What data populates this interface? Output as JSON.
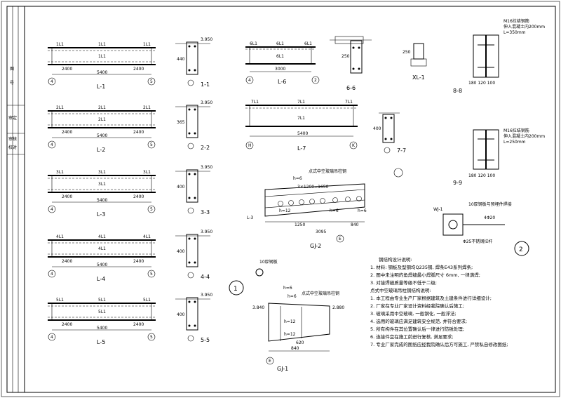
{
  "beams": [
    {
      "top_left": "1L1",
      "top_mid": "1L1",
      "top_right": "1L1",
      "mid_mid": "1L1",
      "dim_left": "2400",
      "dim_right": "2400",
      "dim_total": "5400",
      "name": "L-1",
      "axis_left": "4",
      "axis_right": "5"
    },
    {
      "top_left": "2L1",
      "top_mid": "2L1",
      "top_right": "2L1",
      "mid_mid": "2L1",
      "dim_left": "2400",
      "dim_right": "2400",
      "dim_total": "5400",
      "name": "L-2",
      "axis_left": "4",
      "axis_right": "5"
    },
    {
      "top_left": "3L1",
      "top_mid": "3L1",
      "top_right": "3L1",
      "mid_mid": "3L1",
      "dim_left": "2400",
      "dim_right": "2400",
      "dim_total": "5400",
      "name": "L-3",
      "axis_left": "4",
      "axis_right": "5"
    },
    {
      "top_left": "4L1",
      "top_mid": "4L1",
      "top_right": "4L1",
      "mid_mid": "4L1",
      "dim_left": "2400",
      "dim_right": "2400",
      "dim_total": "5400",
      "name": "L-4",
      "axis_left": "4",
      "axis_right": "5"
    },
    {
      "top_left": "5L1",
      "top_mid": "5L1",
      "top_right": "5L1",
      "mid_mid": "5L1",
      "dim_left": "2400",
      "dim_right": "2400",
      "dim_total": "5400",
      "name": "L-5",
      "axis_left": "4",
      "axis_right": "5"
    }
  ],
  "sections": [
    {
      "name": "1-1",
      "dim": "440",
      "elev": "3.950"
    },
    {
      "name": "2-2",
      "dim": "365",
      "elev": "3.950"
    },
    {
      "name": "3-3",
      "dim": "400",
      "elev": "3.950"
    },
    {
      "name": "4-4",
      "dim": "400",
      "elev": "3.950"
    },
    {
      "name": "5-5",
      "dim": "400",
      "elev": "3.950"
    }
  ],
  "beam_l6": {
    "top_left": "6L1",
    "top_mid": "6L1",
    "top_right": "6L1",
    "mid_mid": "6L1",
    "dim_total": "3000",
    "name": "L-6",
    "axis_left": "4",
    "axis_right": "2"
  },
  "beam_l7": {
    "top_left": "7L1",
    "top_mid": "7L1",
    "top_right": "7L1",
    "mid_mid": "7L1",
    "dim_total": "5400",
    "name": "L-7",
    "axis_left": "H",
    "axis_right": "K"
  },
  "section_66": {
    "name": "6-6",
    "dim": "250"
  },
  "section_77": {
    "name": "7-7",
    "dim": "400"
  },
  "xl": {
    "name": "XL-1",
    "dim": "250"
  },
  "section_88": {
    "name": "8-8",
    "note1": "M16拉结钢筋",
    "note2": "伸入混凝土内200mm",
    "note3": "L=350mm",
    "dims": "180 120 100"
  },
  "section_99": {
    "name": "9-9",
    "note1": "M16拉结钢筋",
    "note2": "伸入混凝土内200mm",
    "note3": "L=250mm",
    "dims": "180 120 100"
  },
  "gj2": {
    "title": "点式中空玻璃吊柱钢",
    "name": "GJ-2",
    "h1": "h=6",
    "h2": "h=12",
    "h3": "h=6",
    "h4": "h=6",
    "dim1": "1250",
    "dim2": "840",
    "dim3": "3095",
    "dim_slots": "3×1200=1650",
    "axis": "E",
    "side": "L-3"
  },
  "gj1": {
    "title": "点式中空玻璃吊柱钢",
    "name": "GJ-1",
    "h1": "h=6",
    "h2": "h=6",
    "h3": "h=12",
    "h4": "h=12",
    "dim1": "840",
    "dim2": "620",
    "elev1": "3.840",
    "elev2": "2.880",
    "tube": "10厚钢板",
    "axis": "E"
  },
  "wj1": {
    "name": "WJ-1",
    "note": "10厚钢板与预埋件焊接",
    "bolt": "4Φ20",
    "plate": "Φ25不锈钢拉杆"
  },
  "circle_mark_1": "1",
  "circle_mark_2": "2",
  "notes": {
    "title": "钢结构设计说明:",
    "lines": [
      "1. 材料: 钢板及型钢均Q235钢, 焊条E43系列焊条;",
      "2. 图中未注明的角焊缝最小焊脚尺寸 6mm, 一律满焊;",
      "3. 对接焊缝质量等级不低于二级;",
      "点式中空玻璃吊柱钢结构说明:",
      "1. 本工程由专业生产厂家根据建筑及土建条件进行详细设计;",
      "2. 厂家在专业厂家设计资料经我院确认后施工;",
      "3. 玻璃采用中空玻璃, 一般钢化, 一般浮法;",
      "4. 选用的玻璃应满足建筑安全规范, 并符合要求;",
      "5. 所有构件在其位置确认后一律进行防锈处理;",
      "6. 连接件宜在施工前进行复核, 满足要求;",
      "7. 专业厂家完成的图纸应经我院确认后方可施工, 严禁私自修改图纸;"
    ]
  },
  "title_block": {
    "col1": "图",
    "col2": "号",
    "row1": "审定",
    "row2": "审核",
    "row3": "校对"
  }
}
